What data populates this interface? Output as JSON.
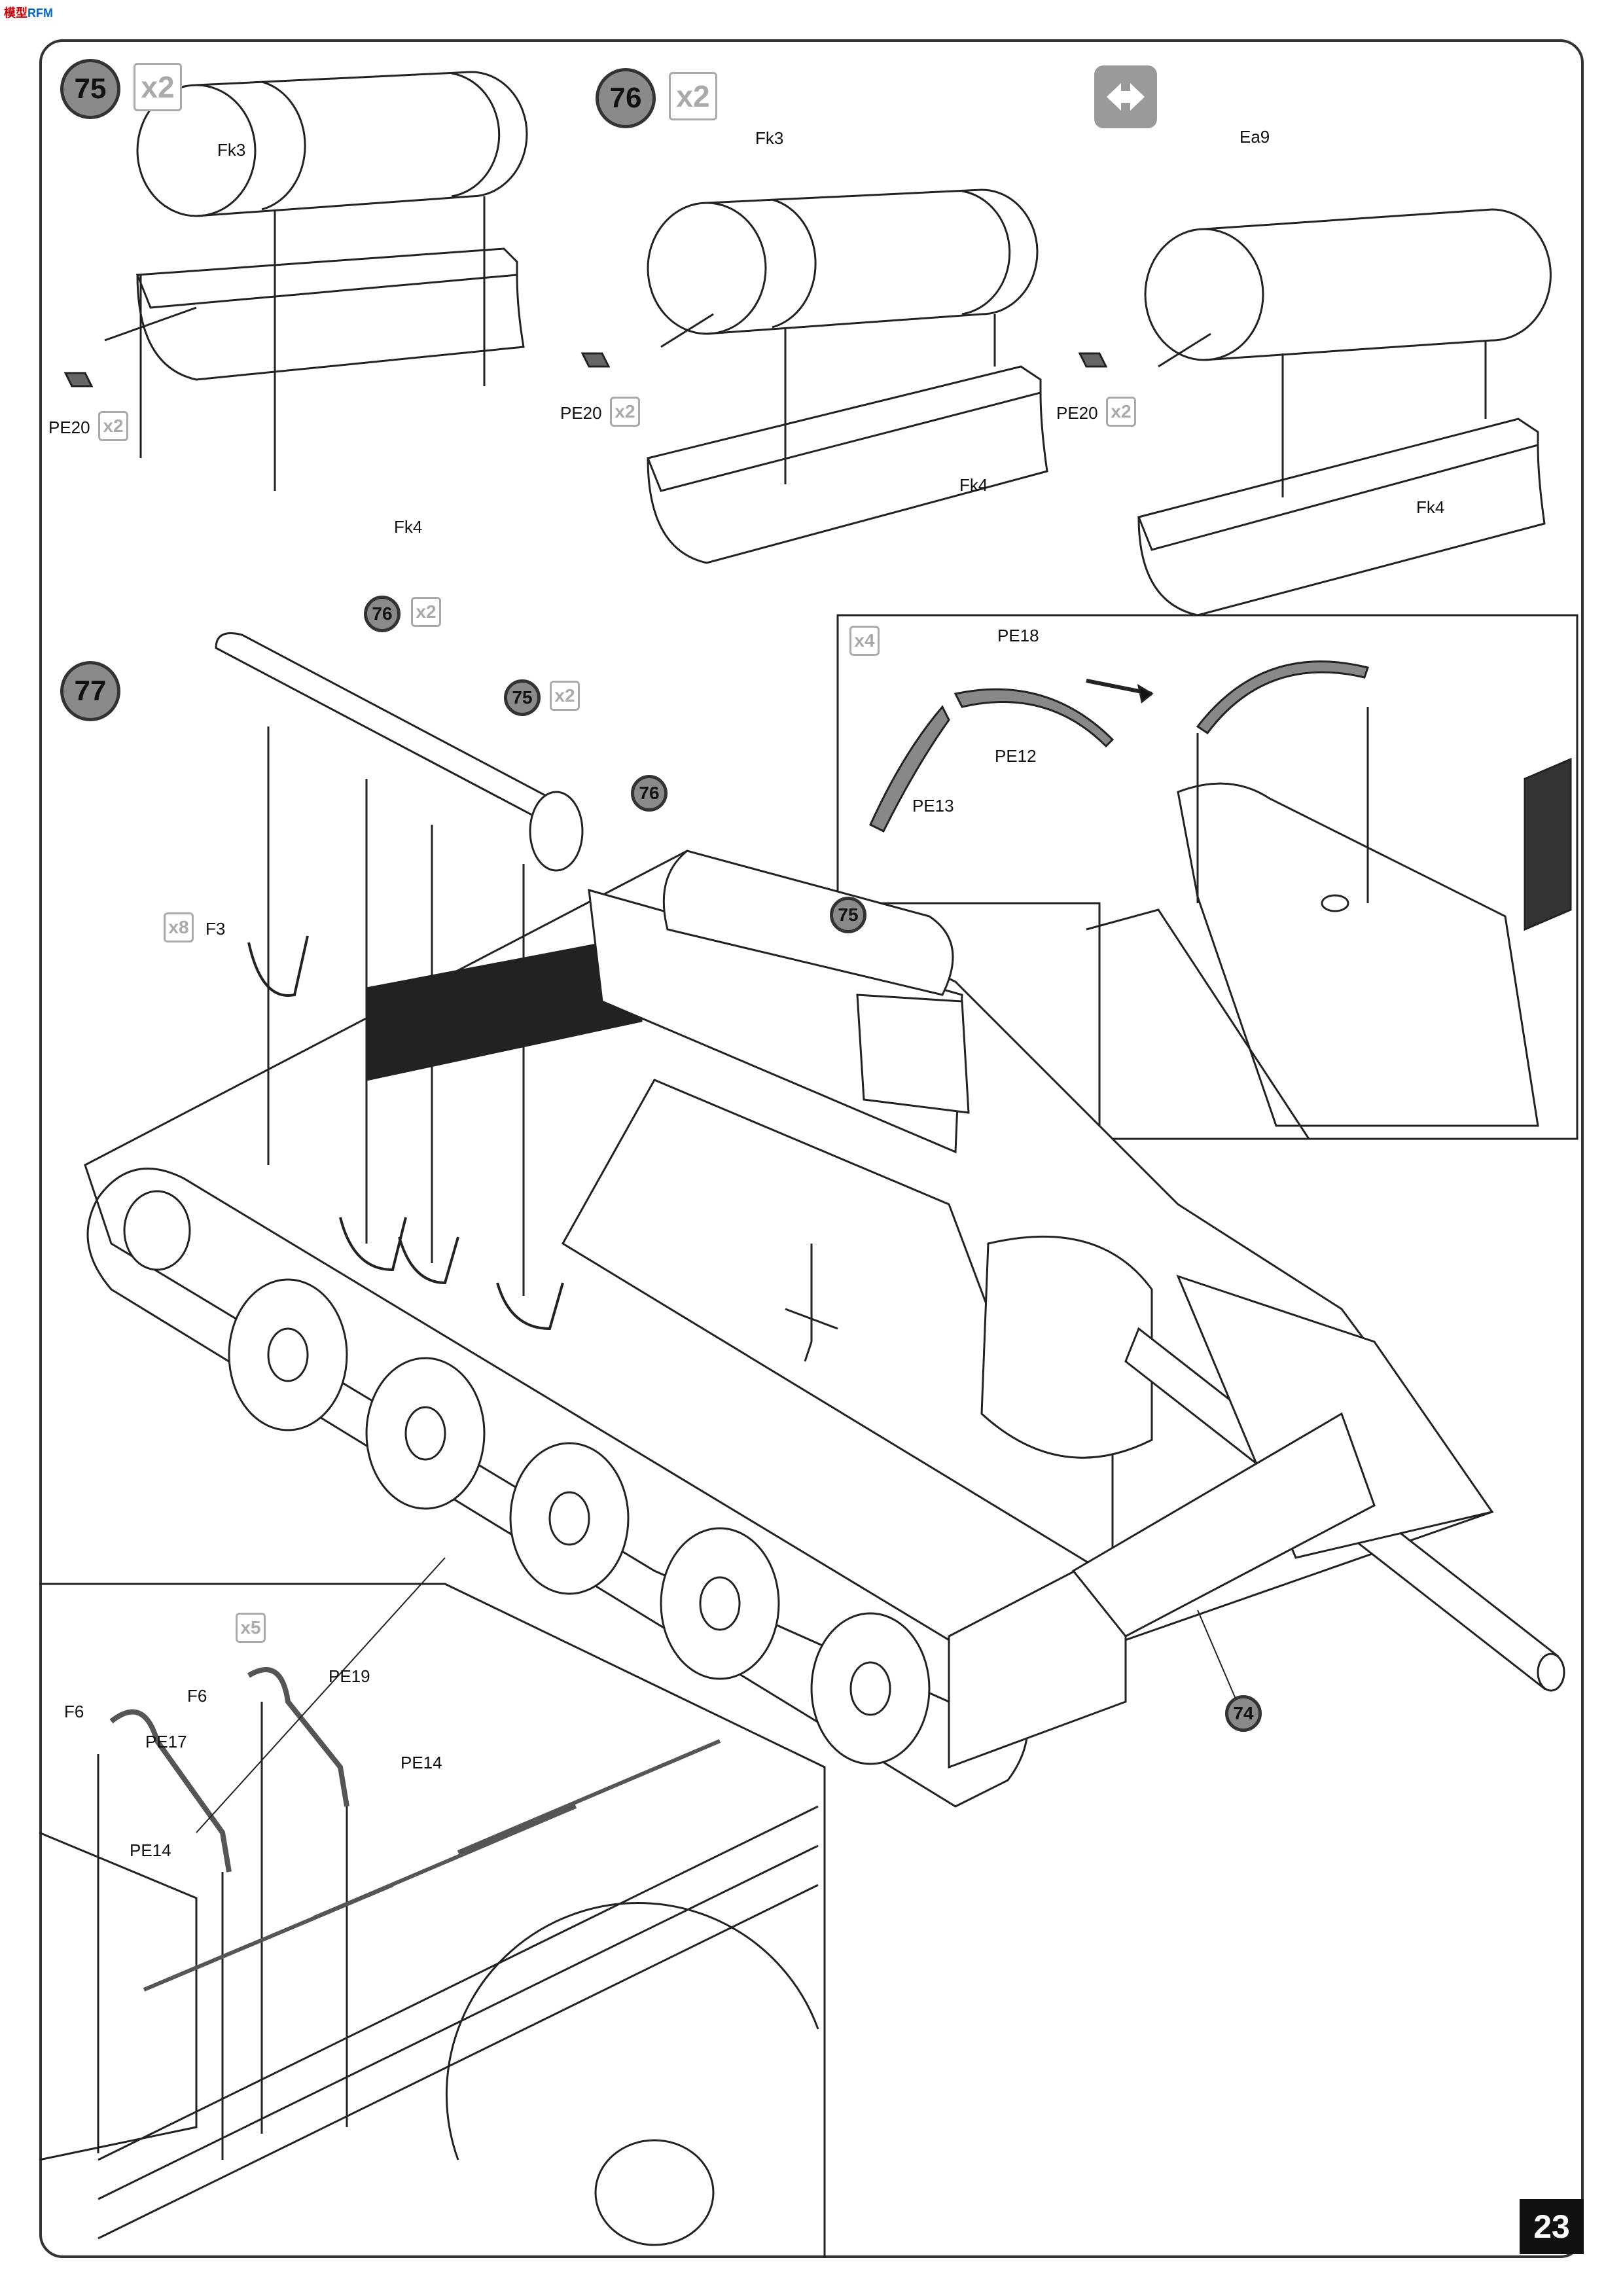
{
  "page_number": "23",
  "site_logo": {
    "text_a": "模型",
    "text_b": "RFM"
  },
  "steps": {
    "s75": {
      "number": "75",
      "multiplier": "x2"
    },
    "s76": {
      "number": "76",
      "multiplier": "x2"
    },
    "s77": {
      "number": "77"
    }
  },
  "variant_icon": "alternate-version-icon",
  "parts": {
    "fk3": "Fk3",
    "fk4": "Fk4",
    "ea9": "Ea9",
    "pe20": "PE20",
    "f3": "F3",
    "pe18": "PE18",
    "pe12": "PE12",
    "pe13": "PE13",
    "f6": "F6",
    "pe19": "PE19",
    "pe17": "PE17",
    "pe14": "PE14"
  },
  "multipliers": {
    "x2": "x2",
    "x4": "x4",
    "x5": "x5",
    "x8": "x8"
  },
  "callouts": {
    "c76": "76",
    "c75": "75",
    "c74": "74"
  },
  "colors": {
    "circle_fill": "#8a8a8a",
    "frame": "#333333",
    "mesh": "#222222"
  }
}
